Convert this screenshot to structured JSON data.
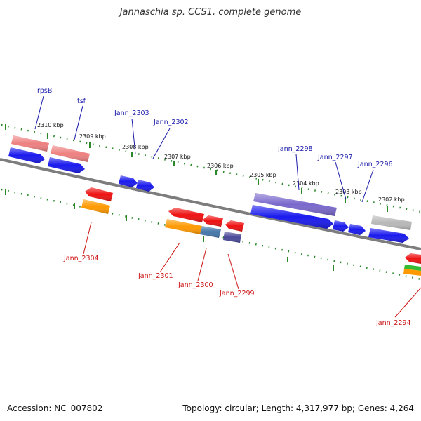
{
  "title": "Jannaschia sp. CCS1, complete genome",
  "footer": {
    "accession": "Accession: NC_007802",
    "summary": "Topology: circular; Length: 4,317,977 bp; Genes: 4,264"
  },
  "colors": {
    "backbone": "#808080",
    "forward_label": "#1a1aaa",
    "reverse_label": "#cc1111",
    "tick": "#2a8a2a",
    "cds_blue": "#1a1aee",
    "cds_red": "#ee1111",
    "cds_orange": "#ff9900",
    "cds_pink": "#ee8080",
    "cds_purple": "#7a68cc",
    "cds_teal": "#4477aa",
    "cds_darkpurple": "#4a4a99",
    "cds_gray": "#b8b8b8",
    "cds_green": "#33bb33"
  },
  "kbp_labels": [
    "2310 kbp",
    "2309 kbp",
    "2308 kbp",
    "2307 kbp",
    "2306 kbp",
    "2305 kbp",
    "2304 kbp",
    "2303 kbp",
    "2302 kbp"
  ],
  "forward_genes": [
    "rpsB",
    "tsf",
    "Jann_2303",
    "Jann_2302",
    "Jann_2298",
    "Jann_2297",
    "Jann_2296"
  ],
  "reverse_genes": [
    "Jann_2304",
    "Jann_2301",
    "Jann_2300",
    "Jann_2299",
    "Jann_2294"
  ]
}
